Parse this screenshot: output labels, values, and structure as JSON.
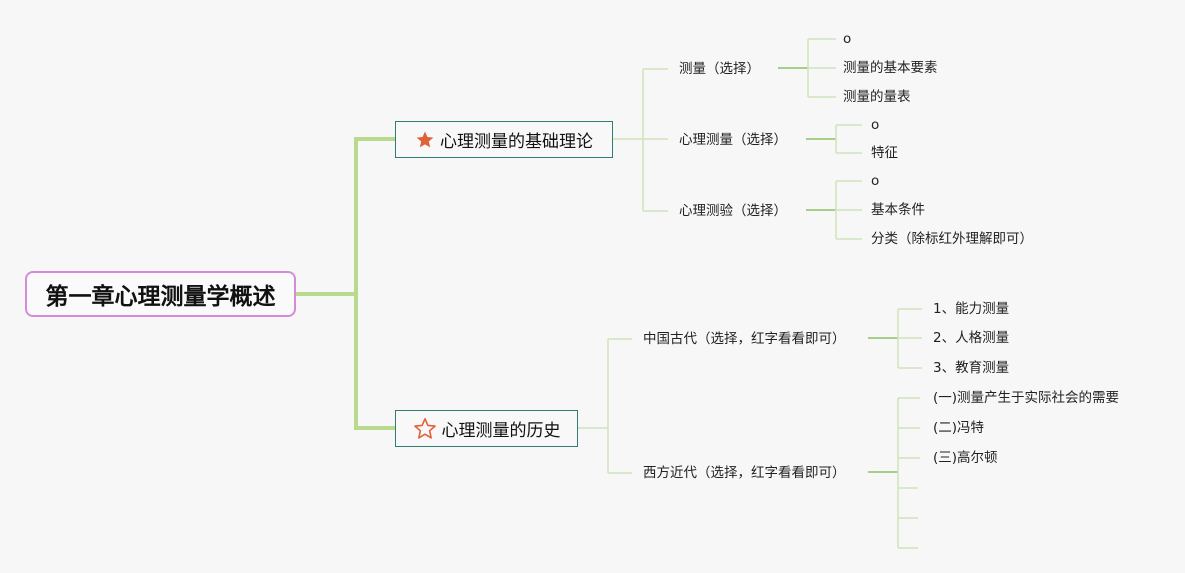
{
  "root": {
    "label": "第一章心理测量学概述"
  },
  "branches": [
    {
      "label": "心理测量的基础理论",
      "icon": "star-filled-icon",
      "icon_color": "#e0623a",
      "children": [
        {
          "label": "测量（选择）",
          "children": [
            "o",
            "测量的基本要素",
            "测量的量表"
          ]
        },
        {
          "label": "心理测量（选择）",
          "children": [
            "o",
            "特征"
          ]
        },
        {
          "label": "心理测验（选择）",
          "children": [
            "o",
            "基本条件",
            "分类（除标红外理解即可）"
          ]
        }
      ]
    },
    {
      "label": "心理测量的历史",
      "icon": "star-outline-icon",
      "icon_color": "#e0623a",
      "children": [
        {
          "label": "中国古代（选择，红字看看即可）",
          "children": [
            "1、能力测量",
            "2、人格测量",
            "3、教育测量"
          ]
        },
        {
          "label": "西方近代（选择，红字看看即可）",
          "children": [
            "(一)测量产生于实际社会的需要",
            "(二)冯特",
            "(三)高尔顿",
            "",
            "",
            ""
          ]
        }
      ]
    }
  ],
  "colors": {
    "main_connector": "#b9d98c",
    "sub_connector": "#a8cf8a",
    "leaf_connector": "#cfe4bb",
    "branch_border": "#2f7d73",
    "root_border": "#d58bdc"
  }
}
